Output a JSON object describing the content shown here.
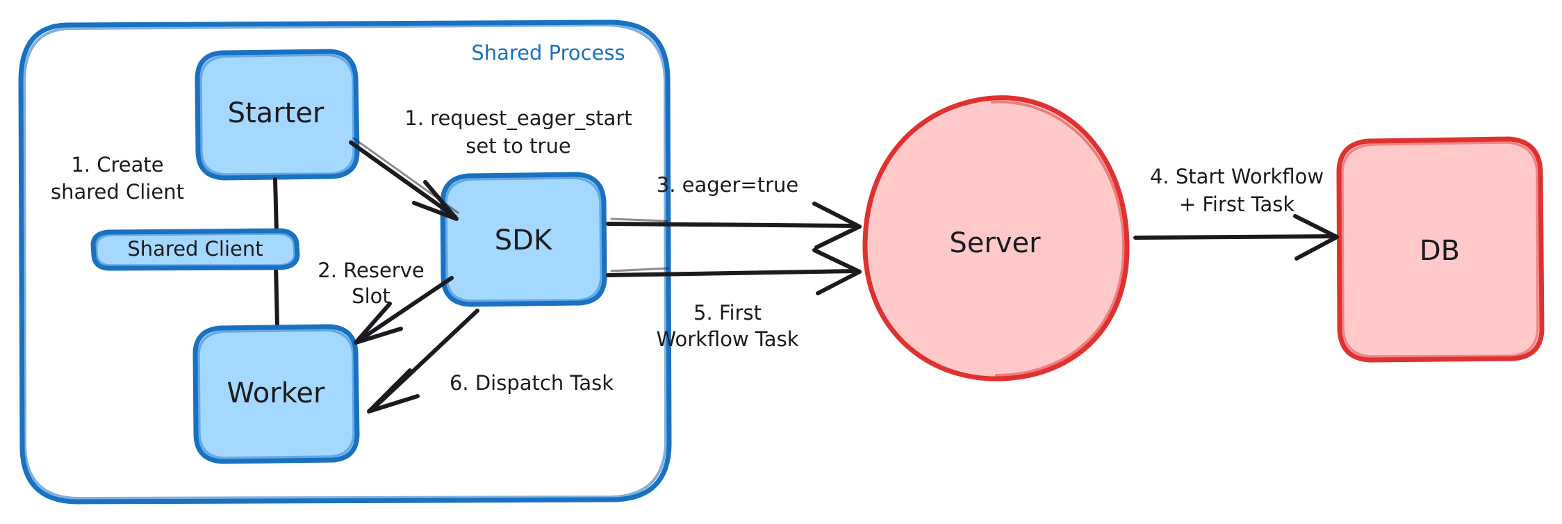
{
  "diagram": {
    "type": "architecture-flow",
    "title_visible": false,
    "background_color": "#ffffff",
    "colors": {
      "blue_stroke": "#1971c2",
      "blue_fill": "#a5d8ff",
      "red_stroke": "#e03131",
      "red_fill": "#ffc9c9",
      "arrow_stroke": "#1b1b1f",
      "text": "#1b1b1f",
      "group_label": "#1971c2"
    },
    "group": {
      "name": "shared-process",
      "label": "Shared Process",
      "stroke": "#1971c2",
      "fill": "#ffffff"
    },
    "nodes": [
      {
        "id": "starter",
        "label": "Starter",
        "shape": "rounded-rect",
        "fill": "#a5d8ff",
        "stroke": "#1971c2"
      },
      {
        "id": "shared_client",
        "label": "Shared Client",
        "shape": "rounded-rect",
        "fill": "#a5d8ff",
        "stroke": "#1971c2"
      },
      {
        "id": "worker",
        "label": "Worker",
        "shape": "rounded-rect",
        "fill": "#a5d8ff",
        "stroke": "#1971c2"
      },
      {
        "id": "sdk",
        "label": "SDK",
        "shape": "rounded-rect",
        "fill": "#a5d8ff",
        "stroke": "#1971c2"
      },
      {
        "id": "server",
        "label": "Server",
        "shape": "ellipse",
        "fill": "#ffc9c9",
        "stroke": "#e03131"
      },
      {
        "id": "db",
        "label": "DB",
        "shape": "rounded-rect",
        "fill": "#ffc9c9",
        "stroke": "#e03131"
      }
    ],
    "edges": [
      {
        "id": "e1_create_shared_client",
        "label_lines": [
          "1. Create",
          "shared Client"
        ],
        "from": "starter",
        "to": "worker",
        "via": "shared_client",
        "arrowhead": false
      },
      {
        "id": "e1_request_eager_start",
        "label_lines": [
          "1. request_eager_start",
          "set to true"
        ],
        "from": "starter",
        "to": "sdk",
        "arrowhead": true
      },
      {
        "id": "e2_reserve_slot",
        "label_lines": [
          "2. Reserve",
          "Slot"
        ],
        "from": "sdk",
        "to": "worker",
        "arrowhead": true
      },
      {
        "id": "e3_eager_true",
        "label_lines": [
          "3. eager=true"
        ],
        "from": "sdk",
        "to": "server",
        "arrowhead": true
      },
      {
        "id": "e4_start_workflow",
        "label_lines": [
          "4. Start Workflow",
          "+ First Task"
        ],
        "from": "server",
        "to": "db",
        "arrowhead": true
      },
      {
        "id": "e5_first_workflow_task",
        "label_lines": [
          "5. First",
          "Workflow Task"
        ],
        "from": "sdk",
        "to": "server",
        "arrowhead": true
      },
      {
        "id": "e6_dispatch_task",
        "label_lines": [
          "6. Dispatch Task"
        ],
        "from": "sdk",
        "to": "worker",
        "arrowhead": true
      }
    ]
  }
}
